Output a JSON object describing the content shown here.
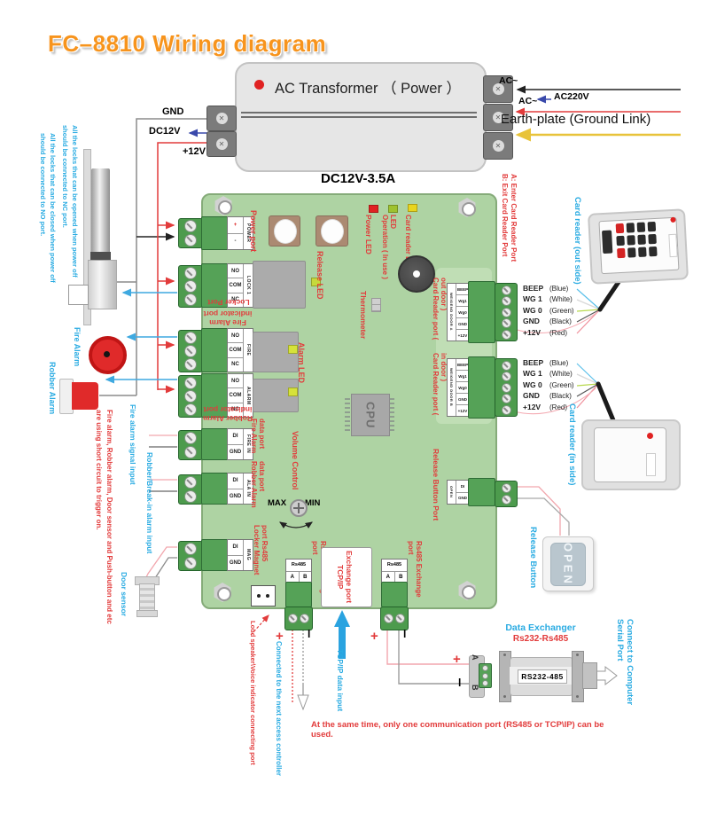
{
  "title": "FC–8810 Wiring diagram",
  "colors": {
    "title_orange": "#f7941d",
    "board_green": "#aed3a3",
    "terminal_green": "#55a257",
    "label_red": "#e23b3b",
    "label_blue": "#29abe2",
    "wire_yellow": "#e8c33a",
    "wire_blue": "#3fa9e0"
  },
  "transformer": {
    "label": "AC Transformer （ Power ）",
    "rating": "DC12V-3.5A",
    "gnd": "GND",
    "dc12v": "DC12V",
    "plus12v": "+12V",
    "ac_top": "AC~",
    "ac_mid": "AC~",
    "ac220": "AC220V",
    "earth": "Earth-plate (Ground Link)"
  },
  "left_notes": {
    "nc": "All the locks that can be opened when power off should be connected to NC port.",
    "no": "All the locks that can be closed when power off should be connected to NO port."
  },
  "left_inputs": {
    "fire_signal": "Fire alarm signal input",
    "robber_signal": "Robber/Break-in alarm input",
    "trigger_note": "Fire alarm, Robber alarm, Door sensor and Push-button and etc are using short circuit to trigger on."
  },
  "devices": {
    "fire_alarm": "Fire Alarm",
    "robber_alarm": "Robber Alarm",
    "door_sensor": "Door sensor",
    "release_button": "Release Button",
    "release_button_text": "OPEN",
    "reader_out": "Card reader (out side)",
    "reader_in": "Card reader (in side)"
  },
  "board": {
    "power_port": {
      "label": "Power port",
      "side": "POWER",
      "rows": [
        "+",
        "-"
      ]
    },
    "lock_port": {
      "label": "Locker Port",
      "side": "LOCK 1",
      "rows": [
        "NO",
        "COM",
        "NC"
      ]
    },
    "fire_indicator": {
      "label": "Fire Alarm indicator port",
      "side": "FIRE",
      "rows": [
        "NO",
        "COM",
        "NC"
      ]
    },
    "robber_indicator": {
      "label": "Robber Alarm indicator port",
      "side": "ALARM",
      "rows": [
        "NO",
        "COM",
        "NC"
      ]
    },
    "fire_data": {
      "label": "Fire Alarm data port",
      "side": "FIRE IN",
      "rows": [
        "DI",
        "GND"
      ]
    },
    "robber_data": {
      "label": "Robber Alarm data port",
      "side": "ALA IN",
      "rows": [
        "DI",
        "GND"
      ]
    },
    "mag_port": {
      "label": "Locker Magnet port Rs485",
      "side": "MAG",
      "rows": [
        "DI",
        "GND"
      ]
    },
    "reader_a": {
      "label": "Card Reader port ( out door )",
      "side": "WEIGEND DOOR A",
      "rows": [
        "BEEP",
        "Wg1",
        "Wg0",
        "GND",
        "+12V"
      ]
    },
    "reader_b": {
      "label": "Card Reader port ( in door )",
      "side": "WEIGEND DOOR B",
      "rows": [
        "BEEP",
        "Wg1",
        "Wg0",
        "GND",
        "+12V"
      ]
    },
    "release_port": {
      "label": "Release Button Port",
      "side": "OPEN",
      "rows": [
        "DI",
        "GND"
      ]
    },
    "rs485": {
      "label": "Rs485 Exchange port",
      "header": "Rs485",
      "a": "A",
      "b": "B"
    },
    "tcpip_port": "TCP/IP Exchange port",
    "speaker_port": "Loud speaker\\Voice indicator connecting port",
    "leds": {
      "power": "Power LED",
      "operation": "Operation ( In use ) LED",
      "card_reader": "Card reader LED",
      "release": "Release LED",
      "alarm": "Alarm LED"
    },
    "thermometer": "Thermometer",
    "cpu": "CPU",
    "volume": {
      "label": "Volume Control",
      "max": "MAX",
      "min": "MIN"
    }
  },
  "reader_notes": "A:  Enter Card Reader Port\nB:  Exit Card Reader Port",
  "wire_labels": [
    {
      "signal": "BEEP",
      "tone": "(Blue)"
    },
    {
      "signal": "WG 1",
      "tone": "(White)"
    },
    {
      "signal": "WG 0",
      "tone": "(Green)"
    },
    {
      "signal": "GND",
      "tone": "(Black)"
    },
    {
      "signal": "+12V",
      "tone": "(Red)"
    }
  ],
  "bottom": {
    "plus": "+",
    "minus": "l",
    "connected_next": "Connected to the next access controller",
    "tcpip_input": "TCP/IP data input",
    "comm_note": "At the same time, only one communication port (RS485 or TCP\\IP) can be used.",
    "exchanger_title": "Data Exchanger",
    "exchanger_sub": "Rs232-Rs485",
    "exchanger_device": "RS232-485",
    "port_a": "A",
    "port_b": "B",
    "connect_computer": "Connect to Computer Serial Port"
  }
}
